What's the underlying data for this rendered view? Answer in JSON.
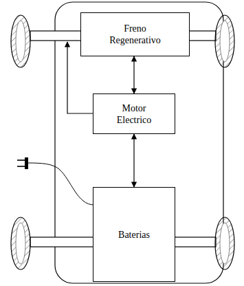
{
  "diagram": {
    "nodes": [
      {
        "text": [
          "Freno Regenerativo"
        ]
      },
      {
        "text": [
          "Motor Electrico"
        ]
      },
      {
        "text": [
          "Baterias"
        ]
      }
    ],
    "edges": [
      {
        "from": 0,
        "to": 1,
        "arrow": "both"
      },
      {
        "from": 1,
        "to": 2,
        "arrow": "both"
      }
    ]
  }
}
